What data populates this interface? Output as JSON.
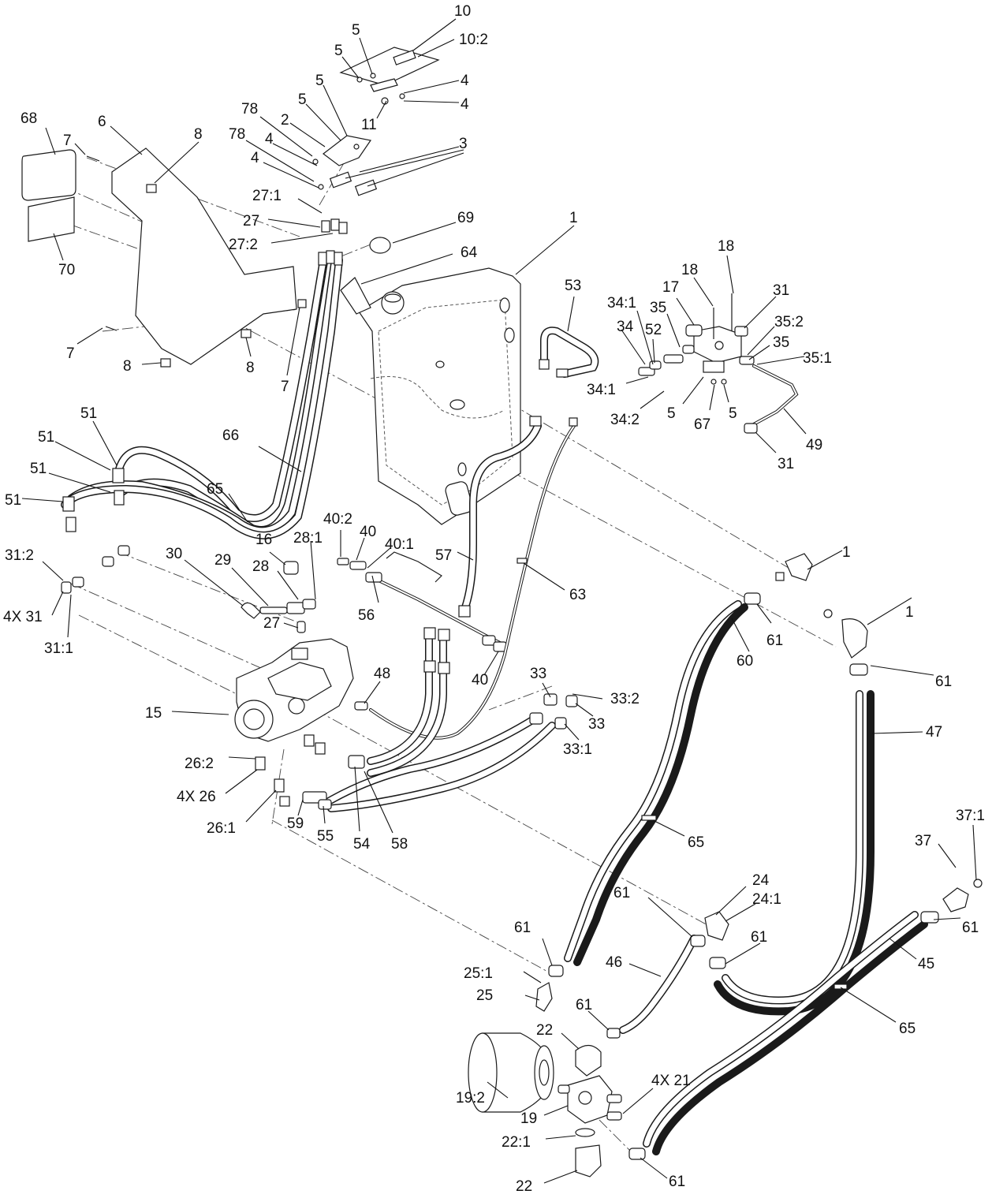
{
  "diagram": {
    "callouts": {
      "c1": "10",
      "c2": "10:2",
      "c3": "5",
      "c4": "5",
      "c5": "4",
      "c6": "4",
      "c7": "11",
      "c8": "5",
      "c9": "5",
      "c10": "78",
      "c11": "2",
      "c12": "3",
      "c13": "78",
      "c14": "4",
      "c15": "4",
      "c16": "68",
      "c17": "6",
      "c18": "7",
      "c19": "8",
      "c20": "27:1",
      "c21": "27",
      "c22": "27:2",
      "c23": "69",
      "c24": "64",
      "c25": "1",
      "c26": "70",
      "c27": "7",
      "c28": "8",
      "c29": "8",
      "c30": "7",
      "c31": "53",
      "c32": "18",
      "c33": "18",
      "c34": "17",
      "c35": "31",
      "c36": "34:1",
      "c37": "35",
      "c38": "35:2",
      "c39": "34",
      "c40": "52",
      "c41": "35",
      "c42": "35:1",
      "c43": "34:1",
      "c44": "5",
      "c45": "5",
      "c46": "34:2",
      "c47": "67",
      "c48": "49",
      "c49": "31",
      "c50": "51",
      "c51": "51",
      "c52": "66",
      "c53": "51",
      "c54": "65",
      "c55": "51",
      "c56": "40:2",
      "c57": "40",
      "c58": "16",
      "c59": "28:1",
      "c60": "40:1",
      "c61": "30",
      "c62": "29",
      "c63": "28",
      "c64": "57",
      "c65": "31:2",
      "c66": "4X  31",
      "c67": "56",
      "c68": "63",
      "c69": "1",
      "c70": "27",
      "c71": "31:1",
      "c72": "1",
      "c73": "61",
      "c74": "60",
      "c75": "61",
      "c76": "40",
      "c77": "48",
      "c78": "33",
      "c79": "33:2",
      "c80": "15",
      "c81": "33",
      "c82": "47",
      "c83": "33:1",
      "c84": "26:2",
      "c85": "4X  26",
      "c86": "26:1",
      "c87": "59",
      "c88": "55",
      "c89": "54",
      "c90": "58",
      "c91": "65",
      "c92": "37:1",
      "c93": "37",
      "c94": "24",
      "c95": "24:1",
      "c96": "61",
      "c97": "61",
      "c98": "61",
      "c99": "61",
      "c100": "25:1",
      "c101": "46",
      "c102": "45",
      "c103": "25",
      "c104": "61",
      "c105": "65",
      "c106": "22",
      "c107": "4X  21",
      "c108": "19:2",
      "c109": "19",
      "c110": "22:1",
      "c111": "22",
      "c112": "61"
    }
  }
}
